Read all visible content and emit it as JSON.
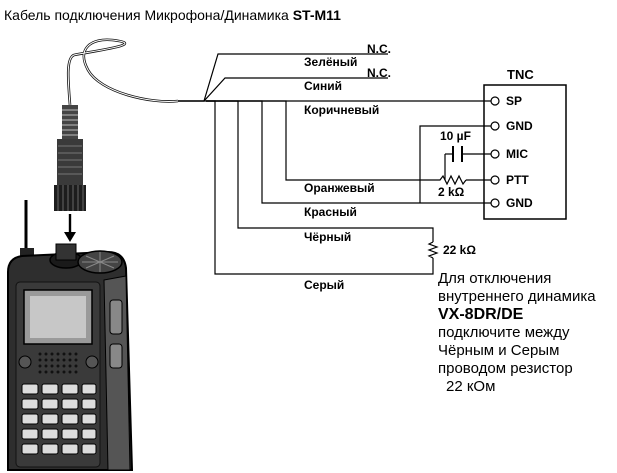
{
  "title": {
    "text": "Кабель подключения Микрофона/Динамика",
    "model": "ST-M11"
  },
  "wires": {
    "green": "Зелёный",
    "blue": "Синий",
    "brown": "Коричневый",
    "orange": "Оранжевый",
    "red": "Красный",
    "black": "Чёрный",
    "gray": "Серый"
  },
  "nc": {
    "green": "N.C.",
    "blue": "N.C."
  },
  "tnc": {
    "title": "TNC",
    "pins": [
      "SP",
      "GND",
      "MIC",
      "PTT",
      "GND"
    ]
  },
  "components": {
    "capacitor": "10 µF",
    "resistor_ptt": "2 kΩ",
    "resistor_speaker": "22 kΩ"
  },
  "note": {
    "line1": "Для отключения",
    "line2": "внутреннего динамика",
    "model": "VX-8DR/DE",
    "line3": "подключите между",
    "line4": "Чёрным и Серым",
    "line5": "проводом резистор",
    "line6": "22 кОм"
  }
}
